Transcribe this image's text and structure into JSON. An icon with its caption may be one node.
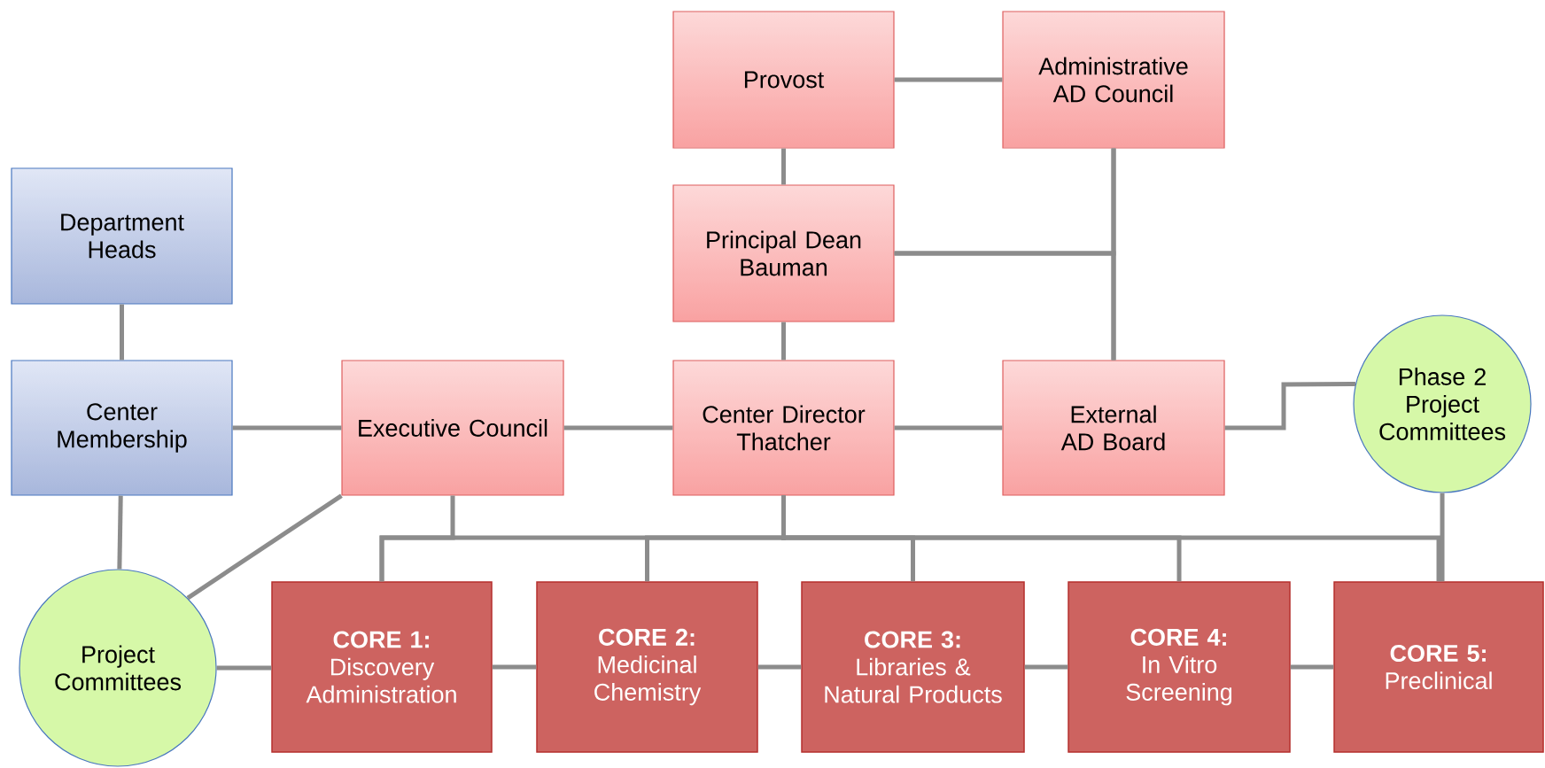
{
  "diagram": {
    "nodes": [
      {
        "text": [
          "Provost"
        ]
      },
      {
        "text": [
          "Administrative AD Council"
        ]
      },
      {
        "text": [
          "Department Heads"
        ]
      },
      {
        "text": [
          "Principal Dean Bauman"
        ]
      },
      {
        "text": [
          "Center Membership"
        ]
      },
      {
        "text": [
          "Executive Council"
        ]
      },
      {
        "text": [
          "Center Director Thatcher"
        ]
      },
      {
        "text": [
          "External AD Board"
        ]
      },
      {
        "text": [
          "Phase 2 Project Committees"
        ]
      },
      {
        "text": [
          "Project Committees"
        ]
      },
      {
        "text": [
          "CORE 1:",
          "Discovery Administration"
        ]
      },
      {
        "text": [
          "CORE 2:",
          "Medicinal Chemistry"
        ]
      },
      {
        "text": [
          "CORE 3:",
          "Libraries & Natural Products"
        ]
      },
      {
        "text": [
          "CORE 4:",
          "In Vitro Screening"
        ]
      },
      {
        "text": [
          "CORE 5:",
          "Preclinical"
        ]
      }
    ],
    "edges": [
      {
        "from": 0,
        "to": 1,
        "arrow": "none"
      },
      {
        "from": 0,
        "to": 3,
        "arrow": "none"
      },
      {
        "from": 1,
        "to": 7,
        "arrow": "none"
      },
      {
        "from": 3,
        "to": 1,
        "arrow": "none"
      },
      {
        "from": 3,
        "to": 7,
        "arrow": "none"
      },
      {
        "from": 3,
        "to": 6,
        "arrow": "none"
      },
      {
        "from": 2,
        "to": 4,
        "arrow": "none"
      },
      {
        "from": 4,
        "to": 5,
        "arrow": "none"
      },
      {
        "from": 4,
        "to": 9,
        "arrow": "none"
      },
      {
        "from": 5,
        "to": 9,
        "arrow": "none"
      },
      {
        "from": 5,
        "to": 6,
        "arrow": "none"
      },
      {
        "from": 6,
        "to": 7,
        "arrow": "none"
      },
      {
        "from": 7,
        "to": 8,
        "arrow": "none"
      },
      {
        "from": 9,
        "to": 10,
        "arrow": "none"
      },
      {
        "from": 10,
        "to": 11,
        "arrow": "none"
      },
      {
        "from": 11,
        "to": 12,
        "arrow": "none"
      },
      {
        "from": 12,
        "to": 13,
        "arrow": "none"
      },
      {
        "from": 13,
        "to": 14,
        "arrow": "none"
      },
      {
        "from": 6,
        "to": 10,
        "arrow": "none"
      },
      {
        "from": 6,
        "to": 11,
        "arrow": "none"
      },
      {
        "from": 6,
        "to": 12,
        "arrow": "none"
      },
      {
        "from": 6,
        "to": 13,
        "arrow": "none"
      },
      {
        "from": 6,
        "to": 14,
        "arrow": "none"
      },
      {
        "from": 5,
        "to": 10,
        "arrow": "none"
      },
      {
        "from": 8,
        "to": 14,
        "arrow": "none"
      }
    ]
  }
}
